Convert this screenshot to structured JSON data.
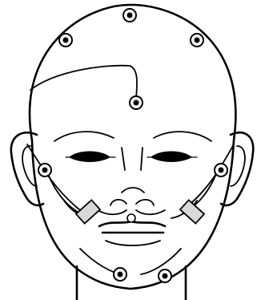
{
  "figure": {
    "subject": "head-with-electrodes",
    "electrode_count": 9,
    "sensor_pad_count": 2,
    "colors": {
      "line": "#000000",
      "background": "#ffffff",
      "sensor_pad_fill": "#d8d8d8"
    }
  }
}
